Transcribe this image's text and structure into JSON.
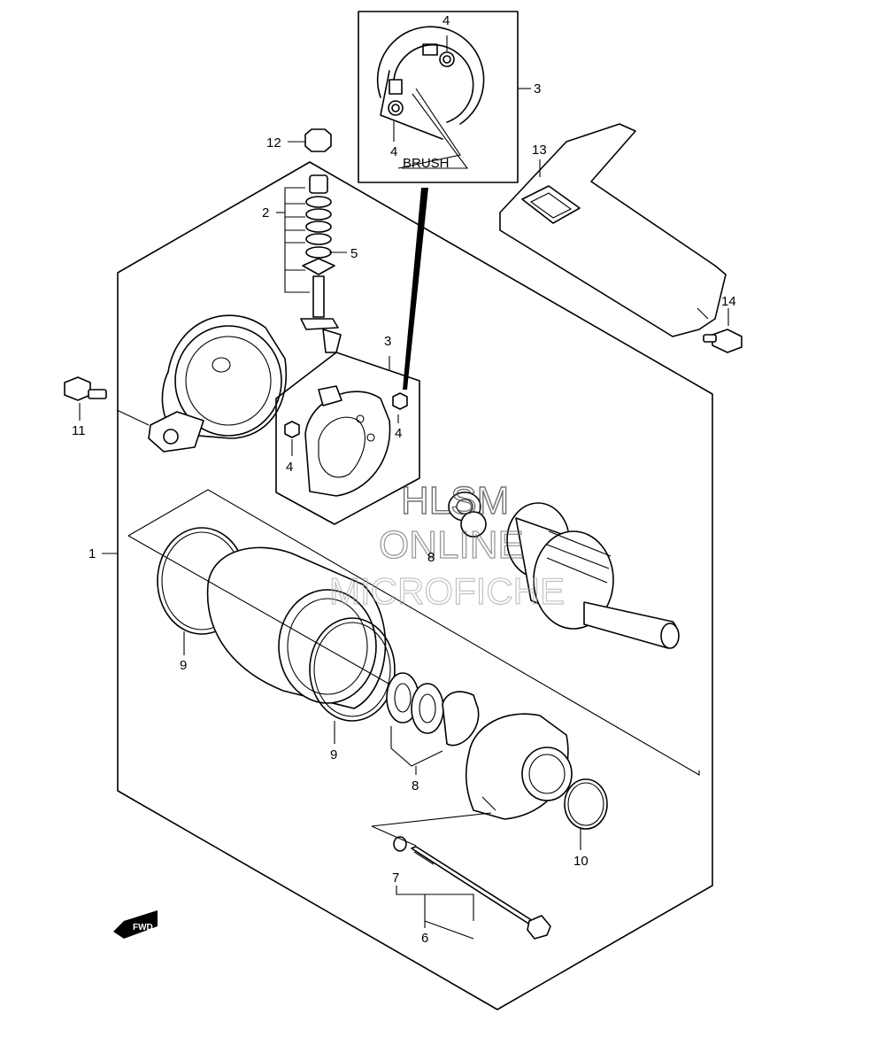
{
  "labels": {
    "l1": "1",
    "l2": "2",
    "l3a": "3",
    "l3b": "3",
    "l4a": "4",
    "l4b": "4",
    "l4c": "4",
    "l4d": "4",
    "l5": "5",
    "l6": "6",
    "l7": "7",
    "l8a": "8",
    "l8b": "8",
    "l9a": "9",
    "l9b": "9",
    "l10": "10",
    "l11": "11",
    "l12": "12",
    "l13": "13",
    "l14": "14"
  },
  "callout": {
    "brush": "BRUSH"
  },
  "watermark": {
    "line1": "HLSM",
    "line2": "ONLINE",
    "line3": "MICROFICHE"
  },
  "badge": {
    "fwd": "FWD"
  }
}
